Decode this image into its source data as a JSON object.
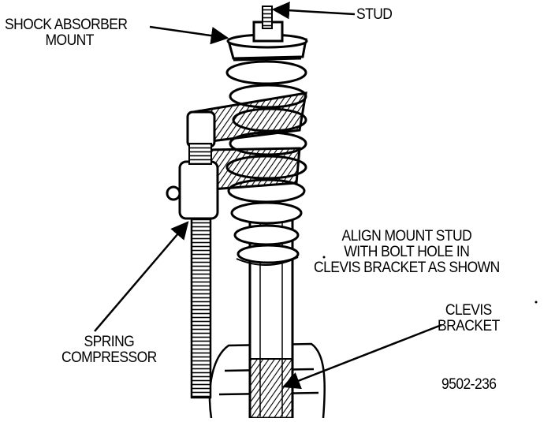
{
  "figure": {
    "labels": {
      "shock_absorber_mount": {
        "line1": "SHOCK ABSORBER",
        "line2": "MOUNT"
      },
      "stud": "STUD",
      "align_note": {
        "line1": "ALIGN MOUNT STUD",
        "line2": "WITH BOLT HOLE IN",
        "line3": "CLEVIS BRACKET AS SHOWN"
      },
      "clevis_bracket": {
        "line1": "CLEVIS",
        "line2": "BRACKET"
      },
      "spring_compressor": {
        "line1": "SPRING",
        "line2": "COMPRESSOR"
      },
      "figure_number": "9502-236"
    },
    "colors": {
      "ink": "#000000",
      "paper": "#ffffff"
    }
  }
}
